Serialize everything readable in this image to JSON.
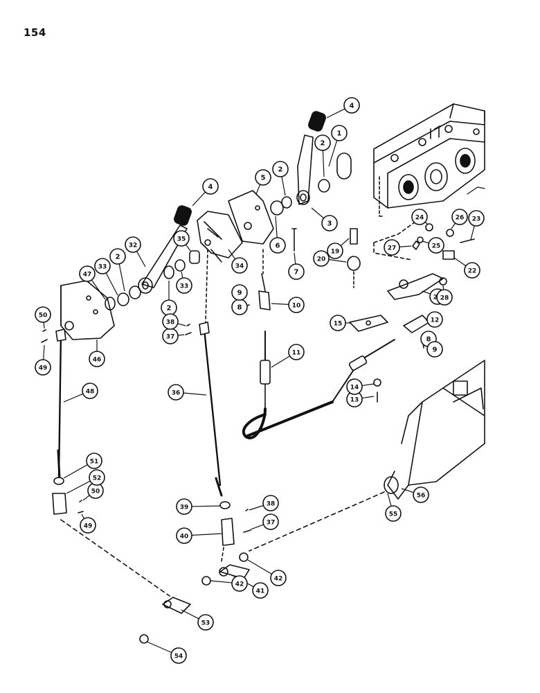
{
  "page": {
    "number": "154"
  },
  "diagram": {
    "callouts": [
      {
        "id": "c1",
        "label": "1"
      },
      {
        "id": "c2a",
        "label": "2"
      },
      {
        "id": "c2b",
        "label": "2"
      },
      {
        "id": "c2c",
        "label": "2"
      },
      {
        "id": "c2d",
        "label": "2"
      },
      {
        "id": "c3",
        "label": "3"
      },
      {
        "id": "c4a",
        "label": "4"
      },
      {
        "id": "c4b",
        "label": "4"
      },
      {
        "id": "c5",
        "label": "5"
      },
      {
        "id": "c6",
        "label": "6"
      },
      {
        "id": "c7",
        "label": "7"
      },
      {
        "id": "c8a",
        "label": "8"
      },
      {
        "id": "c8b",
        "label": "8"
      },
      {
        "id": "c9a",
        "label": "9"
      },
      {
        "id": "c9b",
        "label": "9"
      },
      {
        "id": "c10",
        "label": "10"
      },
      {
        "id": "c11",
        "label": "11"
      },
      {
        "id": "c12",
        "label": "12"
      },
      {
        "id": "c13",
        "label": "13"
      },
      {
        "id": "c14",
        "label": "14"
      },
      {
        "id": "c15",
        "label": "15"
      },
      {
        "id": "c19",
        "label": "19"
      },
      {
        "id": "c20",
        "label": "20"
      },
      {
        "id": "c21",
        "label": "21"
      },
      {
        "id": "c22",
        "label": "22"
      },
      {
        "id": "c23",
        "label": "23"
      },
      {
        "id": "c24",
        "label": "24"
      },
      {
        "id": "c25",
        "label": "25"
      },
      {
        "id": "c26",
        "label": "26"
      },
      {
        "id": "c27",
        "label": "27"
      },
      {
        "id": "c28",
        "label": "28"
      },
      {
        "id": "c32",
        "label": "32"
      },
      {
        "id": "c33a",
        "label": "33"
      },
      {
        "id": "c33b",
        "label": "33"
      },
      {
        "id": "c34",
        "label": "34"
      },
      {
        "id": "c35",
        "label": "35"
      },
      {
        "id": "c36",
        "label": "36"
      },
      {
        "id": "c37a",
        "label": "37"
      },
      {
        "id": "c37b",
        "label": "37"
      },
      {
        "id": "c38a",
        "label": "38"
      },
      {
        "id": "c38b",
        "label": "38"
      },
      {
        "id": "c39",
        "label": "39"
      },
      {
        "id": "c40",
        "label": "40"
      },
      {
        "id": "c41",
        "label": "41"
      },
      {
        "id": "c42a",
        "label": "42"
      },
      {
        "id": "c42b",
        "label": "42"
      },
      {
        "id": "c46",
        "label": "46"
      },
      {
        "id": "c47",
        "label": "47"
      },
      {
        "id": "c48",
        "label": "48"
      },
      {
        "id": "c49a",
        "label": "49"
      },
      {
        "id": "c49b",
        "label": "49"
      },
      {
        "id": "c50a",
        "label": "50"
      },
      {
        "id": "c50b",
        "label": "50"
      },
      {
        "id": "c51",
        "label": "51"
      },
      {
        "id": "c52",
        "label": "52"
      },
      {
        "id": "c53",
        "label": "53"
      },
      {
        "id": "c54",
        "label": "54"
      },
      {
        "id": "c55",
        "label": "55"
      },
      {
        "id": "c56",
        "label": "56"
      }
    ]
  }
}
